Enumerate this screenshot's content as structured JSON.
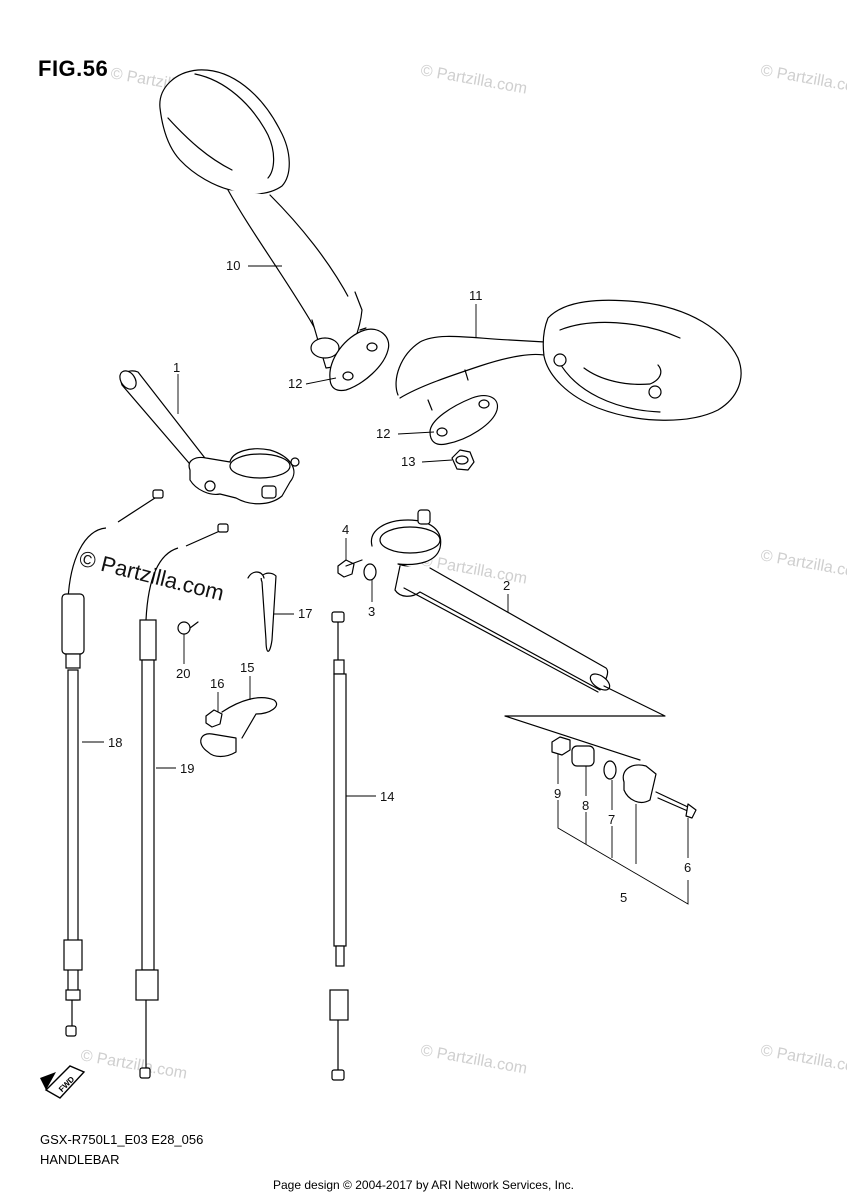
{
  "figure": {
    "title": "FIG.56",
    "model_code": "GSX-R750L1_E03 E28_056",
    "section_name": "HANDLEBAR",
    "footer": "Page design © 2004-2017 by ARI Network Services, Inc."
  },
  "watermark": {
    "text": "© Partzilla.com"
  },
  "fwd_label": "FWD",
  "callouts": {
    "p1": "1",
    "p2": "2",
    "p3": "3",
    "p4": "4",
    "p5": "5",
    "p6": "6",
    "p7": "7",
    "p8": "8",
    "p9": "9",
    "p10": "10",
    "p11": "11",
    "p12a": "12",
    "p12b": "12",
    "p13": "13",
    "p14": "14",
    "p15": "15",
    "p16": "16",
    "p17": "17",
    "p18": "18",
    "p19": "19",
    "p20": "20"
  }
}
